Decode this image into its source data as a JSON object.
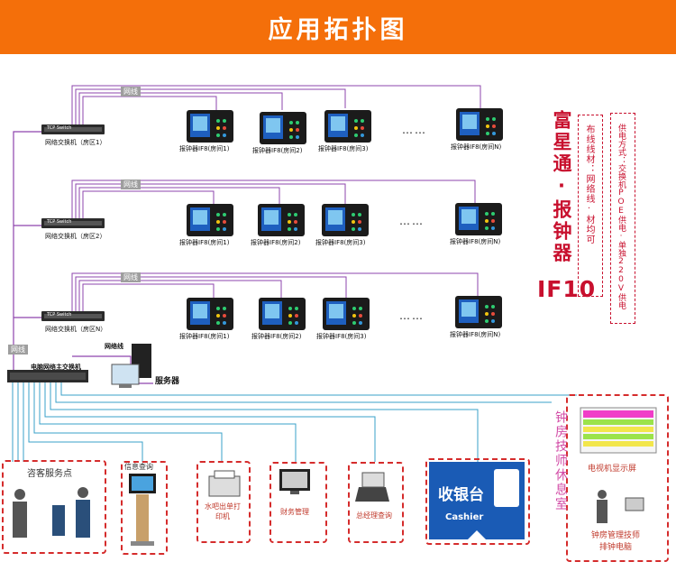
{
  "title": "应用拓扑图",
  "network_tag": "网线",
  "rooms": [
    {
      "switch_label": "TCP Switch",
      "switch_caption": "网络交换机（房区1）",
      "terminals": [
        "报钟器IF8(房间1)",
        "报钟器IF8(房间2)",
        "报钟器IF8(房间3)",
        "报钟器IF8(房间N)"
      ]
    },
    {
      "switch_label": "TCP Switch",
      "switch_caption": "网络交换机（房区2）",
      "terminals": [
        "报钟器IF8(房间1)",
        "报钟器IF8(房间2)",
        "报钟器IF8(房间3)",
        "报钟器IF8(房间N)"
      ]
    },
    {
      "switch_label": "TCP Switch",
      "switch_caption": "网络交换机（房区N）",
      "terminals": [
        "报钟器IF8(房间1)",
        "报钟器IF8(房间2)",
        "报钟器IF8(房间3)",
        "报钟器IF8(房间N)"
      ]
    }
  ],
  "ellipsis": "……",
  "brand": "富星通·报钟器",
  "model": "IF10",
  "note1": "布线线材：网络线·材均可",
  "note2": "供电方式：交换机POE供电·单独220V供电",
  "main_switch": "电脑网络主交换机",
  "server_line": "网络线",
  "server": "服务器",
  "bottom": {
    "reception": "咨客服务点",
    "info": "信息查询",
    "printer": "水吧出单打印机",
    "finance": "财务管理",
    "manager": "总经理查询",
    "cashier_cn": "收银台",
    "cashier_en": "Cashier",
    "tv": "电视机显示屏",
    "management": "钟房管理技师排钟电脑"
  },
  "rest_room": "钟房技师休息室",
  "colors": {
    "banner": "#f46f0a",
    "accent": "#c8102e",
    "line": "#8e44ad",
    "cable": "#3aa0c8"
  }
}
